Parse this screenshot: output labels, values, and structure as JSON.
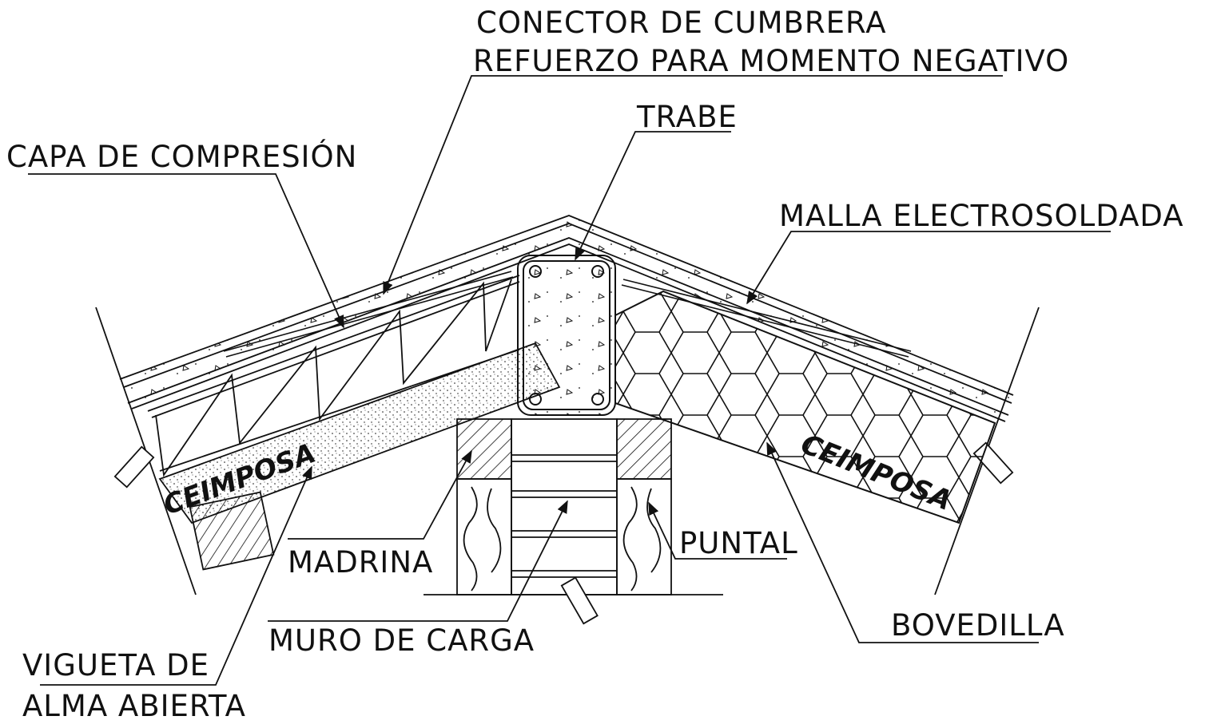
{
  "labels": {
    "conector": "CONECTOR DE CUMBRERA",
    "refuerzo": "REFUERZO PARA MOMENTO NEGATIVO",
    "trabe": "TRABE",
    "capa": "CAPA DE COMPRESIÓN",
    "malla": "MALLA ELECTROSOLDADA",
    "puntal": "PUNTAL",
    "madrina": "MADRINA",
    "muro": "MURO DE CARGA",
    "bovedilla": "BOVEDILLA",
    "vigueta_1": "VIGUETA DE",
    "vigueta_2": "ALMA ABIERTA"
  },
  "brand": {
    "left": "CEIMPOSA",
    "right": "CEIMPOSA"
  }
}
